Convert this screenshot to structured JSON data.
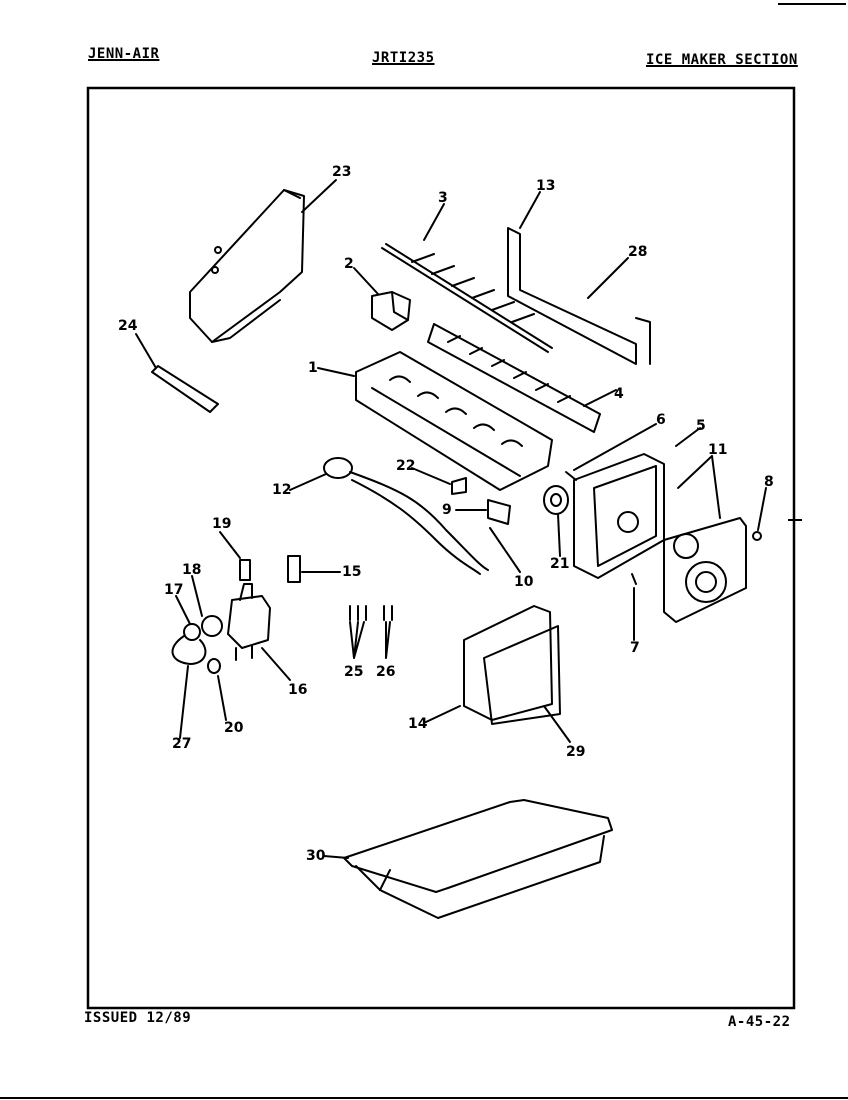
{
  "header": {
    "brand": "JENN-AIR",
    "model": "JRTI235",
    "section": "ICE MAKER SECTION"
  },
  "footer": {
    "issued": "ISSUED 12/89",
    "page_code": "A-45-22"
  },
  "callouts": {
    "c1": "1",
    "c2": "2",
    "c3": "3",
    "c4": "4",
    "c5": "5",
    "c6": "6",
    "c7": "7",
    "c8": "8",
    "c9": "9",
    "c10": "10",
    "c11": "11",
    "c12": "12",
    "c13": "13",
    "c14": "14",
    "c15": "15",
    "c16": "16",
    "c17": "17",
    "c18": "18",
    "c19": "19",
    "c20": "20",
    "c21": "21",
    "c22": "22",
    "c23": "23",
    "c24": "24",
    "c25": "25",
    "c26": "26",
    "c27": "27",
    "c28": "28",
    "c29": "29",
    "c30": "30"
  }
}
